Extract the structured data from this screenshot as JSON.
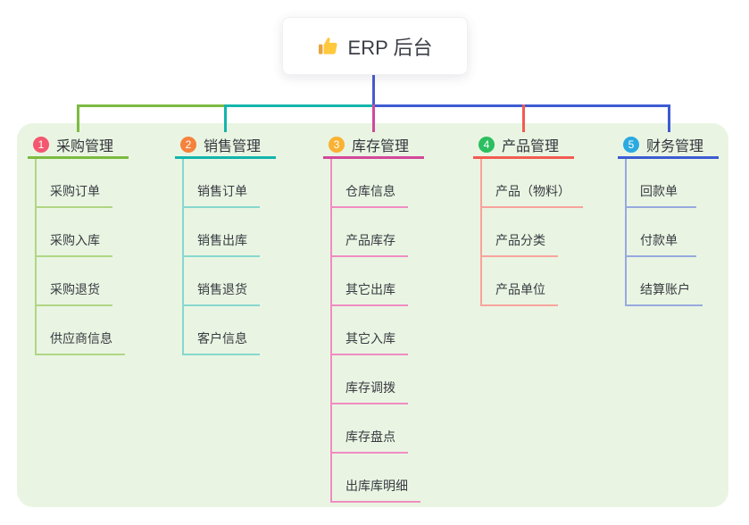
{
  "root": {
    "title": "ERP 后台",
    "icon": "thumbs-up-icon"
  },
  "colors": {
    "canvas_bg": "#FFFFFF",
    "panel_bg": "#E9F5E2",
    "root_stem": "#4A5BCD",
    "title_text": "#3C3D47",
    "branch_text": "#33343C",
    "child_text": "#393A42"
  },
  "branches": [
    {
      "badge": "1",
      "label": "采购管理",
      "badge_color": "#F4586E",
      "line_color": "#7CBB41",
      "child_line_color": "#B0D685",
      "children": [
        "采购订单",
        "采购入库",
        "采购退货",
        "供应商信息"
      ]
    },
    {
      "badge": "2",
      "label": "销售管理",
      "badge_color": "#F5823C",
      "line_color": "#14B5AC",
      "child_line_color": "#86D8CF",
      "children": [
        "销售订单",
        "销售出库",
        "销售退货",
        "客户信息"
      ]
    },
    {
      "badge": "3",
      "label": "库存管理",
      "badge_color": "#F9B233",
      "line_color": "#D2489B",
      "child_line_color": "#F08CC2",
      "children": [
        "仓库信息",
        "产品库存",
        "其它出库",
        "其它入库",
        "库存调拨",
        "库存盘点",
        "出库库明细"
      ]
    },
    {
      "badge": "4",
      "label": "产品管理",
      "badge_color": "#2CBE60",
      "line_color": "#F25B51",
      "child_line_color": "#F8A39C",
      "children": [
        "产品（物料）",
        "产品分类",
        "产品单位"
      ]
    },
    {
      "badge": "5",
      "label": "财务管理",
      "badge_color": "#2BA9E1",
      "line_color": "#3D5BD3",
      "child_line_color": "#97A9DE",
      "children": [
        "回款单",
        "付款单",
        "结算账户"
      ]
    }
  ]
}
